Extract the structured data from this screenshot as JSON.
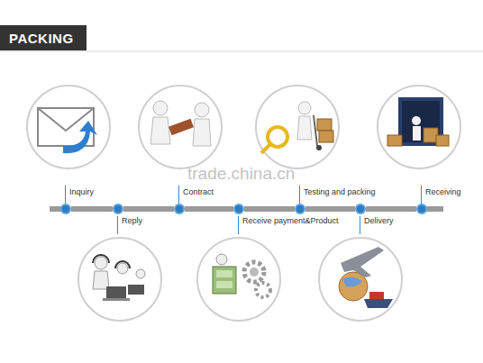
{
  "diagram": {
    "title": "PACKING",
    "nodes": [
      {
        "text": [
          "Inquiry"
        ]
      },
      {
        "text": [
          "Reply"
        ]
      },
      {
        "text": [
          "Contract"
        ]
      },
      {
        "text": [
          "Receive payment&Product"
        ]
      },
      {
        "text": [
          "Testing and packing"
        ]
      },
      {
        "text": [
          "Delivery"
        ]
      },
      {
        "text": [
          "Receiving"
        ]
      }
    ],
    "edges": [
      {
        "from": 0,
        "to": 1,
        "arrow": "none"
      },
      {
        "from": 1,
        "to": 2,
        "arrow": "none"
      },
      {
        "from": 2,
        "to": 3,
        "arrow": "none"
      },
      {
        "from": 3,
        "to": 4,
        "arrow": "none"
      },
      {
        "from": 4,
        "to": 5,
        "arrow": "none"
      },
      {
        "from": 5,
        "to": 6,
        "arrow": "none"
      }
    ],
    "labels": [
      "trade.china.cn"
    ]
  }
}
